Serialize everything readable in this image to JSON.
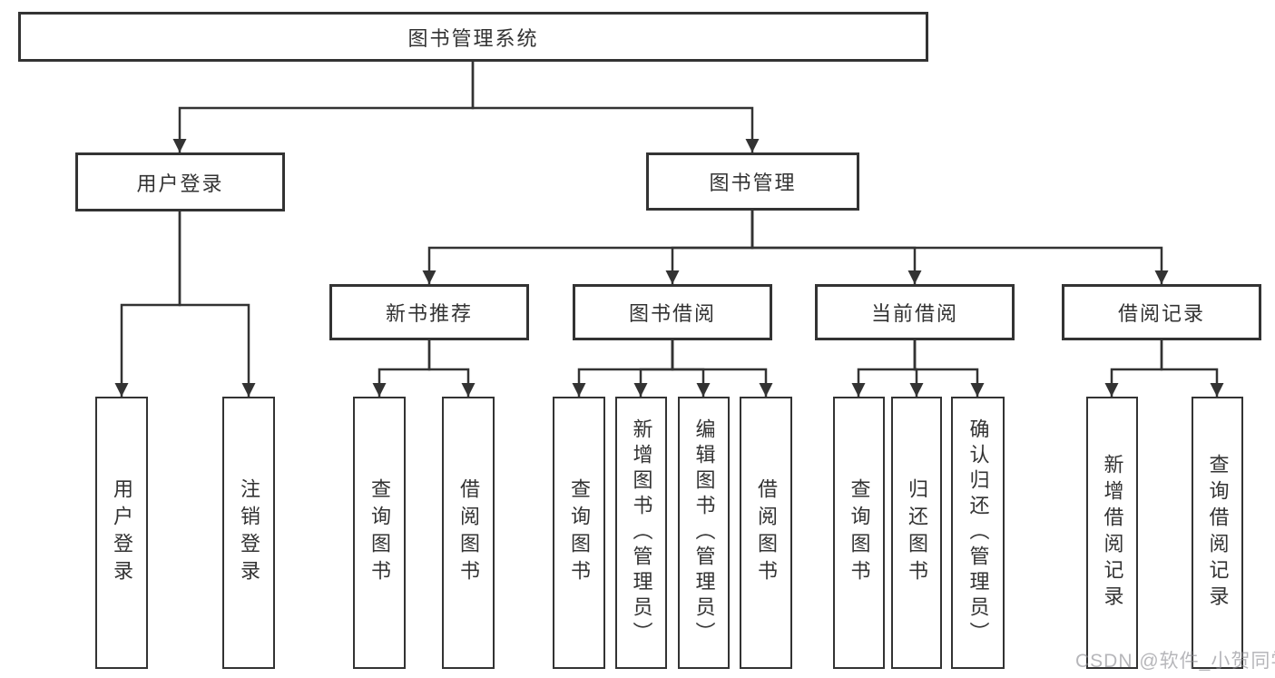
{
  "diagram": {
    "title": "图书管理系统",
    "type": "hierarchy-tree",
    "colors": {
      "line": "#333333",
      "text": "#333333",
      "box_fill": "#ffffff",
      "watermark": "#8b8b90"
    }
  },
  "nodes": {
    "root": {
      "label": "图书管理系统",
      "level": 1
    },
    "user-login": {
      "label": "用户登录",
      "level": 2
    },
    "book-mgmt": {
      "label": "图书管理",
      "level": 2
    },
    "login": {
      "label": "用户登录",
      "level": 3
    },
    "logout": {
      "label": "注销登录",
      "level": 3
    },
    "new-book-rec": {
      "label": "新书推荐",
      "level": 3
    },
    "book-borrow": {
      "label": "图书借阅",
      "level": 3
    },
    "current-borrow": {
      "label": "当前借阅",
      "level": 3
    },
    "borrow-records": {
      "label": "借阅记录",
      "level": 3
    },
    "nb-query-book": {
      "label": "查询图书",
      "level": 4
    },
    "nb-borrow-book": {
      "label": "借阅图书",
      "level": 4
    },
    "bb-query-book": {
      "label": "查询图书",
      "level": 4
    },
    "bb-add-book": {
      "label": "新增图书（管理员）",
      "level": 4
    },
    "bb-edit-book": {
      "label": "编辑图书（管理员）",
      "level": 4
    },
    "bb-borrow-book": {
      "label": "借阅图书",
      "level": 4
    },
    "cb-query-book": {
      "label": "查询图书",
      "level": 4
    },
    "cb-return-book": {
      "label": "归还图书",
      "level": 4
    },
    "cb-confirm-return": {
      "label": "确认归还（管理员）",
      "level": 4
    },
    "br-add-record": {
      "label": "新增借阅记录",
      "level": 4
    },
    "br-query-record": {
      "label": "查询借阅记录",
      "level": 4
    }
  },
  "edges": [
    {
      "from": "root",
      "to": [
        "user-login",
        "book-mgmt"
      ]
    },
    {
      "from": "user-login",
      "to": [
        "login",
        "logout"
      ]
    },
    {
      "from": "book-mgmt",
      "to": [
        "new-book-rec",
        "book-borrow",
        "current-borrow",
        "borrow-records"
      ]
    },
    {
      "from": "new-book-rec",
      "to": [
        "nb-query-book",
        "nb-borrow-book"
      ]
    },
    {
      "from": "book-borrow",
      "to": [
        "bb-query-book",
        "bb-add-book",
        "bb-edit-book",
        "bb-borrow-book"
      ]
    },
    {
      "from": "current-borrow",
      "to": [
        "cb-query-book",
        "cb-return-book",
        "cb-confirm-return"
      ]
    },
    {
      "from": "borrow-records",
      "to": [
        "br-add-record",
        "br-query-record"
      ]
    }
  ],
  "watermark": {
    "text": "CSDN @软件_小贺同学"
  }
}
